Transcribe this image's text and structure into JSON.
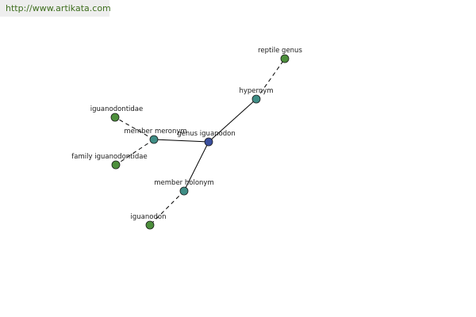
{
  "source_link": {
    "text": "http://www.artikata.com"
  },
  "graph": {
    "center": {
      "label": "genus iguanodon",
      "color": "#3b4f9e"
    },
    "relations": [
      {
        "label": "hypernym",
        "color": "#3f8e86"
      },
      {
        "label": "member meronym",
        "color": "#3f8e86"
      },
      {
        "label": "member holonym",
        "color": "#3f8e86"
      }
    ],
    "leaves": [
      {
        "label": "reptile genus",
        "relation": 0,
        "color": "#4d8f3c"
      },
      {
        "label": "iguanodontidae",
        "relation": 1,
        "color": "#4d8f3c"
      },
      {
        "label": "family iguanodontidae",
        "relation": 1,
        "color": "#4d8f3c"
      },
      {
        "label": "iguanodon",
        "relation": 2,
        "color": "#4d8f3c"
      }
    ],
    "edge_color": "#000000",
    "node_border": "#1a1a1a"
  }
}
